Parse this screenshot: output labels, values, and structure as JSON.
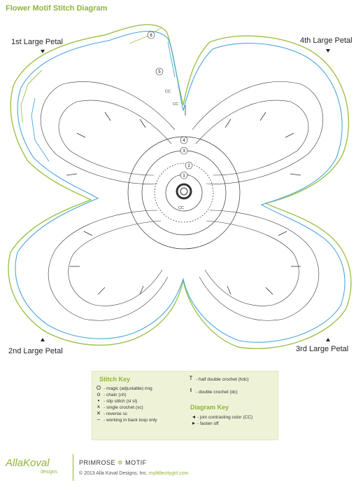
{
  "title": "Flower Motif Stitch Diagram",
  "petals": {
    "p1": "1st Large Petal",
    "p2": "2nd Large Petal",
    "p3": "3rd Large Petal",
    "p4": "4th Large Petal"
  },
  "rounds": [
    "1",
    "2",
    "3",
    "4",
    "5",
    "6"
  ],
  "diagram_marks": [
    "CC",
    "CC",
    "CC"
  ],
  "stitch_key": {
    "title": "Stitch Key",
    "items": [
      {
        "sym": "O",
        "label": "- magic (adjustable) ring"
      },
      {
        "sym": "o",
        "label": "- chain (ch)"
      },
      {
        "sym": "•",
        "label": "- slip stitch (sl st)"
      },
      {
        "sym": "×",
        "label": "- single crochet (sc)"
      },
      {
        "sym": "⨯",
        "label": "- reverse sc"
      },
      {
        "sym": "–",
        "label": "- working in back loop only"
      }
    ],
    "right_items": [
      {
        "sym": "T",
        "label": "- half double crochet (hdc)"
      },
      {
        "sym": "ŧ",
        "label": "- double crochet (dc)"
      }
    ]
  },
  "diagram_key": {
    "title": "Diagram Key",
    "items": [
      {
        "sym": "◂",
        "label": "- join contrasting color (CC)"
      },
      {
        "sym": "▸",
        "label": "- fasten off"
      }
    ]
  },
  "footer": {
    "brand": "AllaKoval",
    "brand_sub": "designs",
    "title_a": "PRIMROSE",
    "star": "✲",
    "title_b": "MOTIF",
    "copyright": "© 2013 Alla Koval Designs, Inc.",
    "link": "mylittlecitygirl.com"
  },
  "colors": {
    "accent": "#8fb43a",
    "outline_green": "#9cc24a",
    "outline_blue": "#4aa7d9",
    "stitch": "#333333"
  }
}
